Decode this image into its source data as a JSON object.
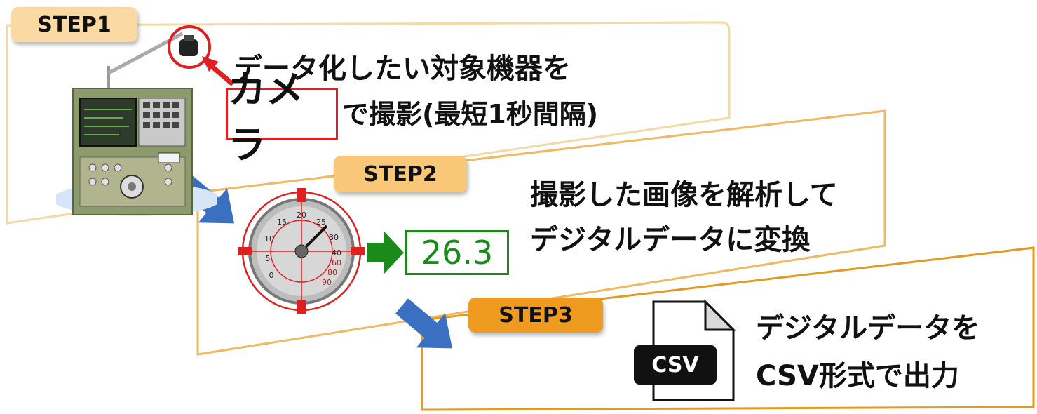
{
  "step1": {
    "tag": "STEP1",
    "line1": "データ化したい対象機器を",
    "highlight": "カメラ",
    "line2_rest": "で撮影(最短1秒間隔)"
  },
  "step2": {
    "tag": "STEP2",
    "line1": "撮影した画像を解析して",
    "line2": "デジタルデータに変換",
    "reading": "26.3",
    "gauge_ticks": [
      "0",
      "5",
      "10",
      "15",
      "20",
      "25",
      "30",
      "40",
      "60",
      "80",
      "90"
    ]
  },
  "step3": {
    "tag": "STEP3",
    "line1": "デジタルデータを",
    "line2": "CSV形式で出力",
    "file_label": "CSV"
  },
  "colors": {
    "step1_border": "#f3d9a6",
    "step2_border": "#f0b860",
    "step3_border": "#e39a22",
    "tag1": "#fbd9a3",
    "tag2": "#f8c777",
    "tag3": "#ef9b1f",
    "accent_red": "#e02020",
    "reading_green": "#1a8a1a",
    "arrow_blue": "#3a6fc2"
  },
  "icons": [
    "camera-icon",
    "machine-panel-image",
    "gauge-icon",
    "green-arrow-icon",
    "blue-arrow-icon",
    "csv-file-icon"
  ]
}
